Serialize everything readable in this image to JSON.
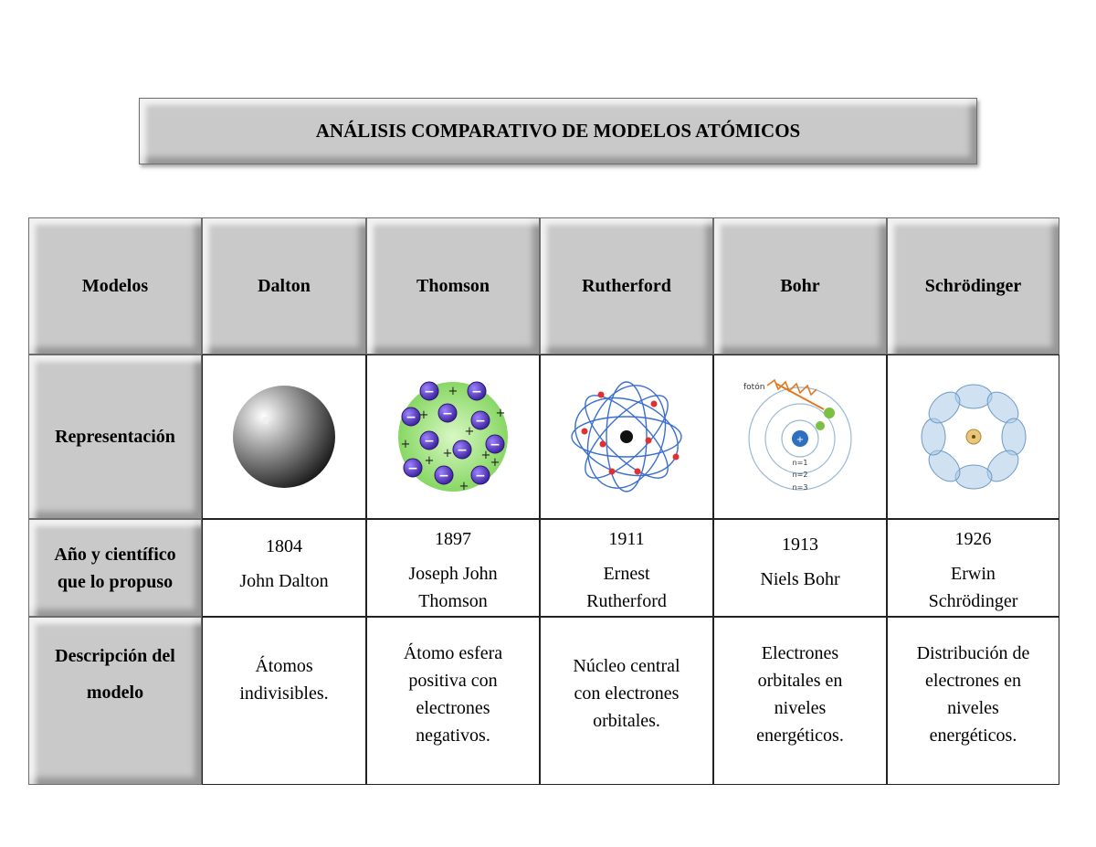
{
  "title": "ANÁLISIS COMPARATIVO DE MODELOS ATÓMICOS",
  "row_headers": {
    "models": "Modelos",
    "representation": "Representación",
    "year_line1": "Año y científico",
    "year_line2": "que lo propuso",
    "desc_line1": "Descripción del",
    "desc_line2": "modelo"
  },
  "models": [
    {
      "name": "Dalton",
      "year": "1804",
      "sci1": "John Dalton",
      "sci2": "",
      "desc": [
        "Átomos",
        "indivisibles."
      ]
    },
    {
      "name": "Thomson",
      "year": "1897",
      "sci1": "Joseph John",
      "sci2": "Thomson",
      "desc": [
        "Átomo esfera",
        "positiva con",
        "electrones",
        "negativos."
      ]
    },
    {
      "name": "Rutherford",
      "year": "1911",
      "sci1": "Ernest",
      "sci2": "Rutherford",
      "desc": [
        "Núcleo central",
        "con electrones",
        "orbitales."
      ]
    },
    {
      "name": "Bohr",
      "year": "1913",
      "sci1": "Niels Bohr",
      "sci2": "",
      "desc": [
        "Electrones",
        "orbitales en",
        "niveles",
        "energéticos."
      ]
    },
    {
      "name": "Schrödinger",
      "year": "1926",
      "sci1": "Erwin",
      "sci2": "Schrödinger",
      "desc": [
        "Distribución de",
        "electrones en",
        "niveles",
        "energéticos."
      ]
    }
  ],
  "bohr_labels": {
    "photon": "fotón",
    "n1": "n=1",
    "n2": "n=2",
    "n3": "n=3"
  },
  "colors": {
    "header_gray": "#c9c9c9",
    "thomson_green": "#8fdc6b",
    "electron_purple": "#5b3fb8",
    "orbit_blue": "#3a6fd1"
  }
}
